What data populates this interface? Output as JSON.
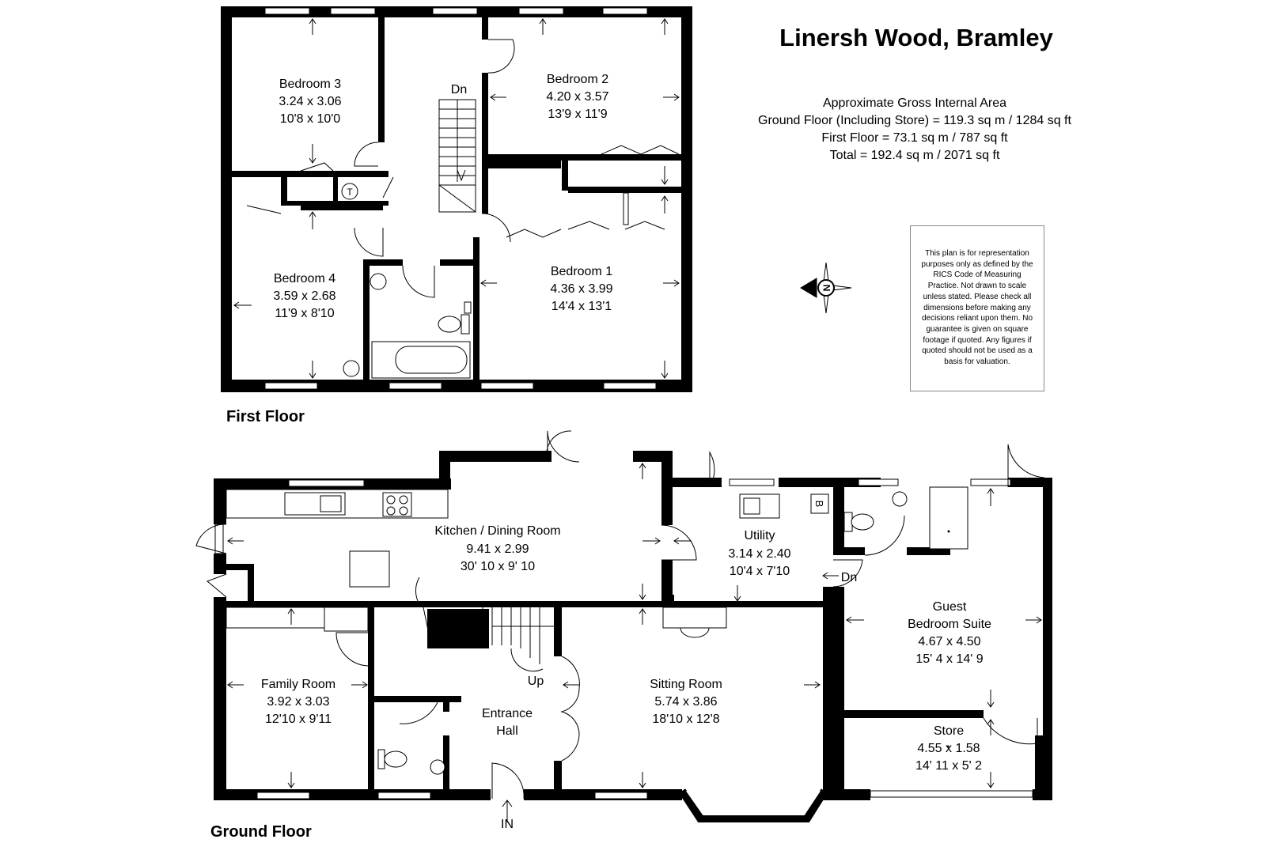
{
  "title": "Linersh Wood, Bramley",
  "area": {
    "heading": "Approximate Gross Internal Area",
    "ground": "Ground Floor (Including Store) = 119.3 sq m / 1284 sq ft",
    "first": "First Floor = 73.1 sq m / 787 sq ft",
    "total": "Total = 192.4 sq m / 2071 sq ft"
  },
  "disclaimer": "This plan is for representation purposes only as defined by the RICS Code of Measuring Practice. Not drawn to scale unless stated. Please check all dimensions before making any decisions reliant upon them. No guarantee is given on square footage if quoted. Any figures if quoted should not be used as a basis for valuation.",
  "compass_letter": "N",
  "floors": {
    "first": {
      "label": "First Floor",
      "rooms": {
        "bedroom3": {
          "name": "Bedroom 3",
          "metric": "3.24 x 3.06",
          "imperial": "10'8 x 10'0"
        },
        "bedroom2": {
          "name": "Bedroom 2",
          "metric": "4.20 x 3.57",
          "imperial": "13'9 x 11'9"
        },
        "bedroom4": {
          "name": "Bedroom 4",
          "metric": "3.59 x 2.68",
          "imperial": "11'9 x 8'10"
        },
        "bedroom1": {
          "name": "Bedroom 1",
          "metric": "4.36 x 3.99",
          "imperial": "14'4 x 13'1"
        }
      },
      "stairs_label": "Dn",
      "tank_label": "T"
    },
    "ground": {
      "label": "Ground Floor",
      "rooms": {
        "kitchen": {
          "name": "Kitchen / Dining Room",
          "metric": "9.41 x 2.99",
          "imperial": "30' 10 x 9' 10"
        },
        "utility": {
          "name": "Utility",
          "metric": "3.14 x 2.40",
          "imperial": "10'4 x 7'10"
        },
        "guest": {
          "name_line1": "Guest",
          "name_line2": "Bedroom Suite",
          "metric": "4.67 x 4.50",
          "imperial": "15' 4 x 14' 9"
        },
        "family": {
          "name": "Family Room",
          "metric": "3.92 x 3.03",
          "imperial": "12'10 x 9'11"
        },
        "hall": {
          "name_line1": "Entrance",
          "name_line2": "Hall"
        },
        "sitting": {
          "name": "Sitting Room",
          "metric": "5.74 x 3.86",
          "imperial": "18'10 x 12'8"
        },
        "store": {
          "name": "Store",
          "metric": "4.55 x 1.58",
          "imperial": "14' 11 x 5' 2"
        }
      },
      "stairs_up_label": "Up",
      "utility_dn_label": "Dn",
      "boiler_label": "B",
      "entrance_label": "IN"
    }
  }
}
